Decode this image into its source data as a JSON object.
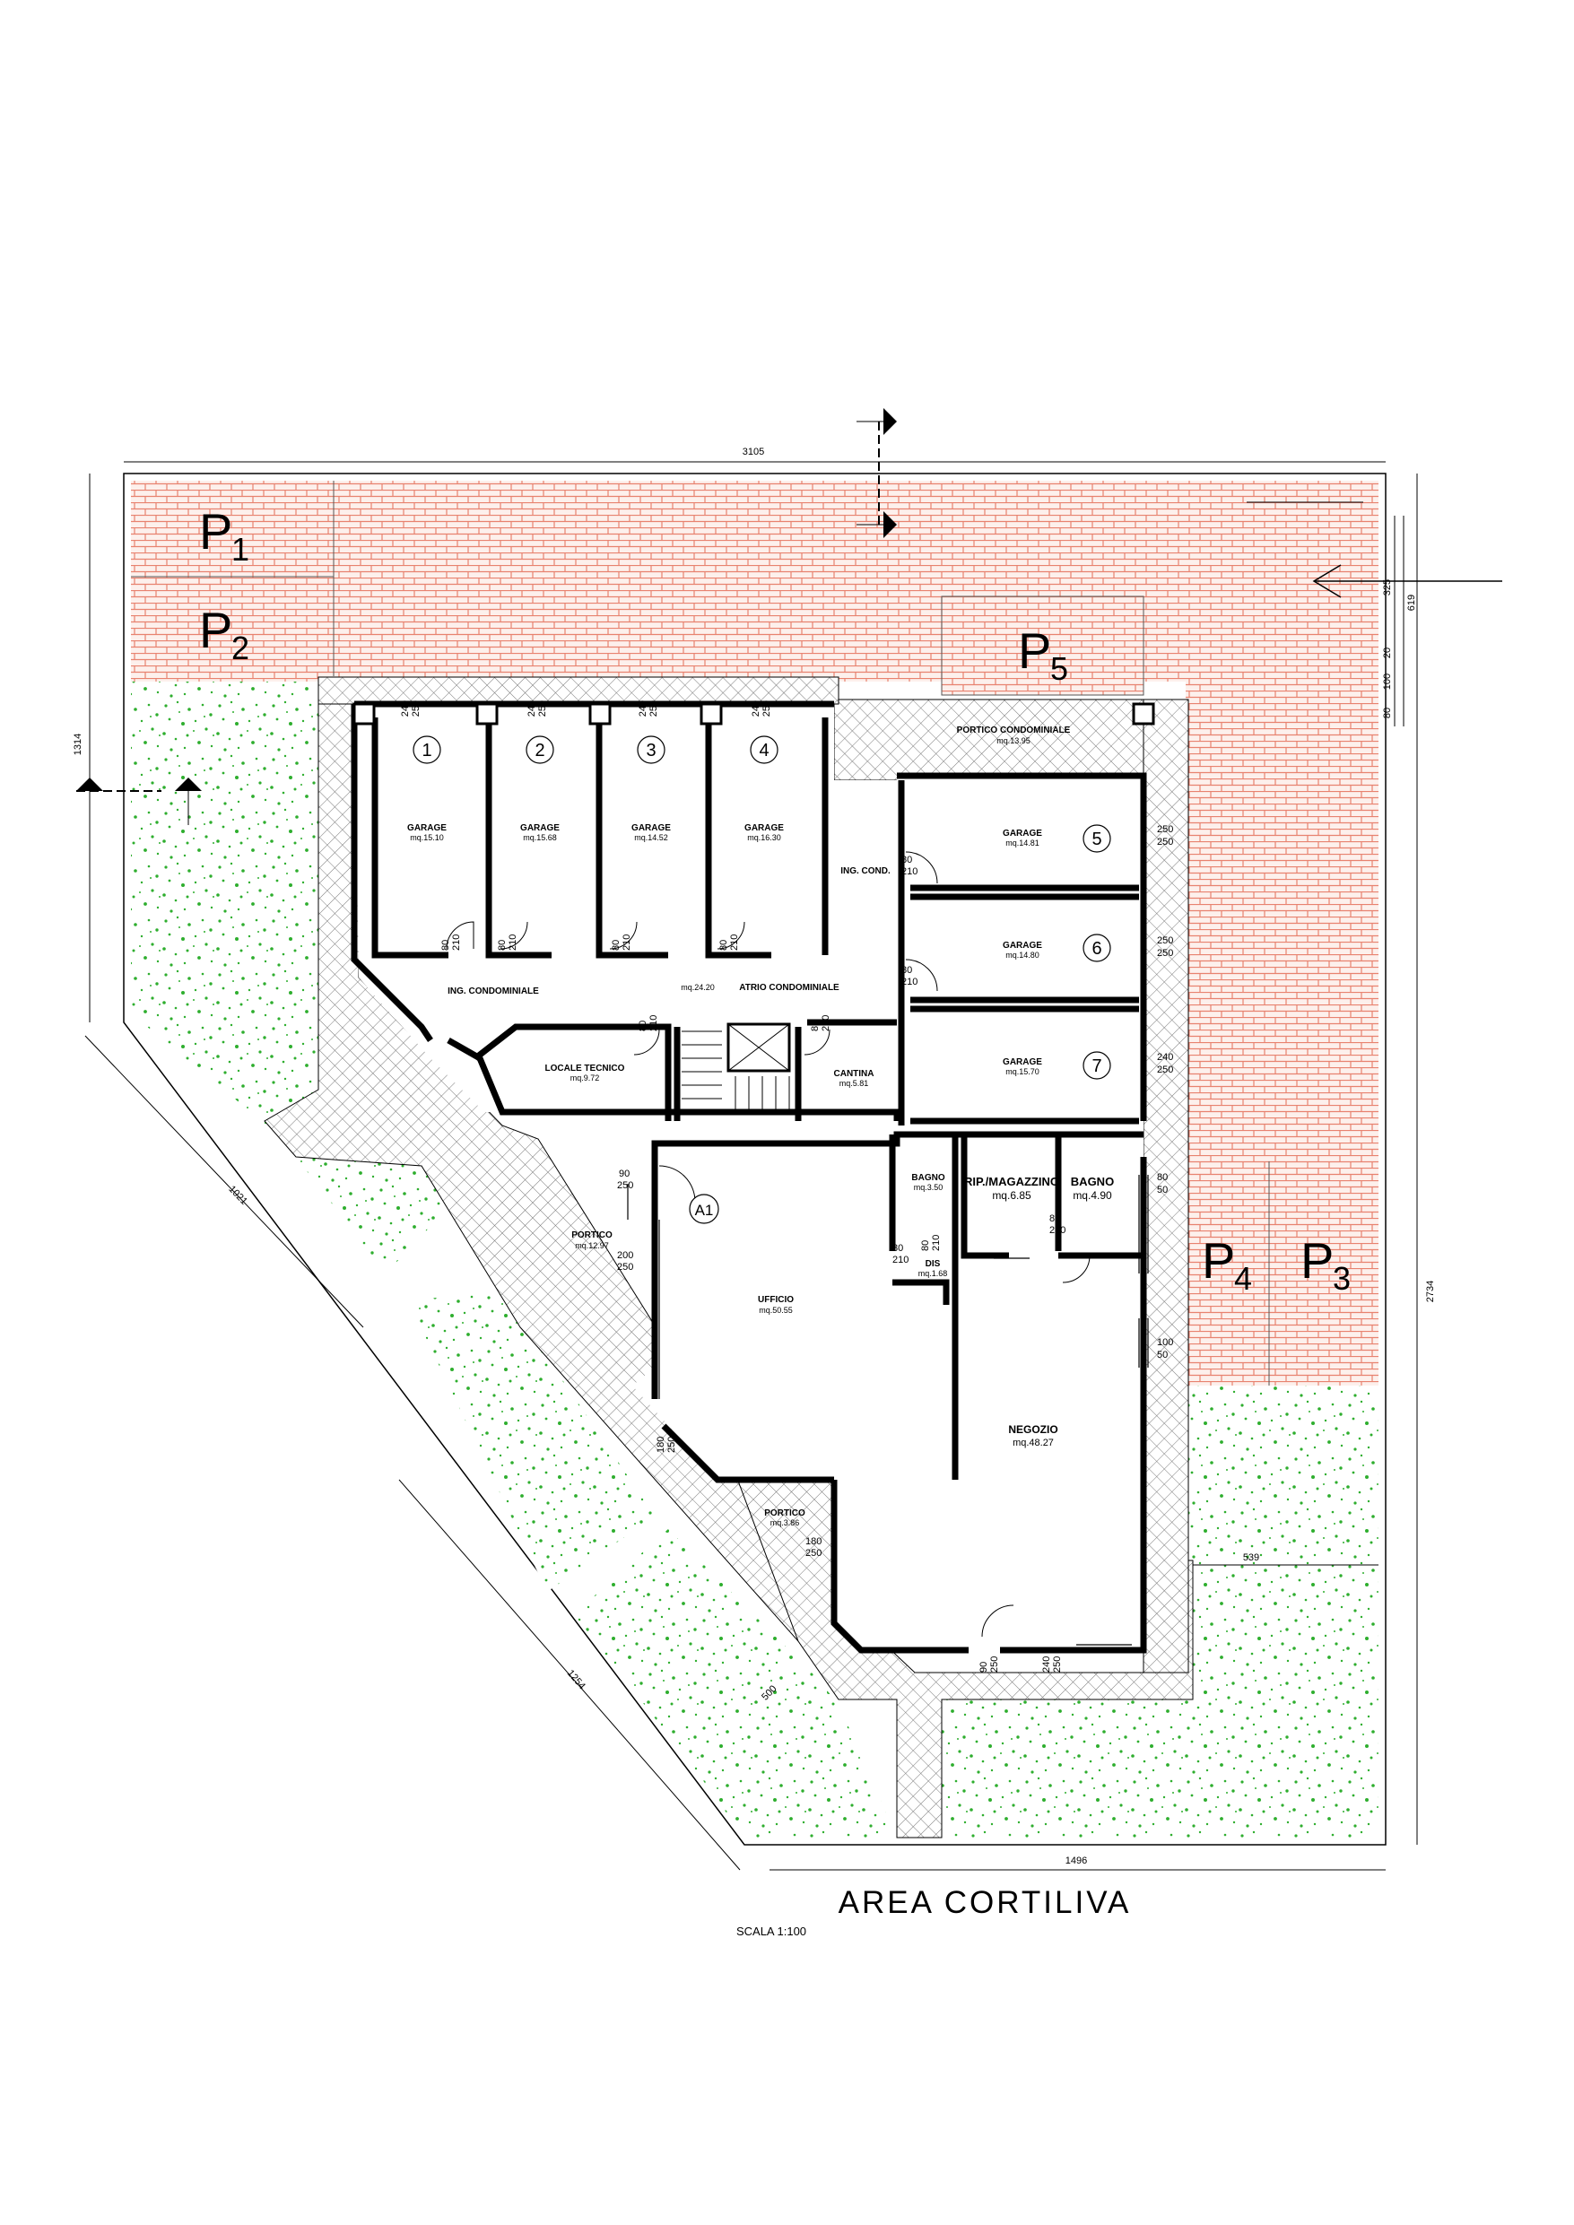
{
  "title": "AREA CORTILIVA",
  "scale": "SCALA  1:100",
  "dimensions": {
    "top": "3105",
    "left": "1314",
    "right_total": "2734",
    "right_a": "325",
    "right_b": "619",
    "right_c": "100",
    "right_d": "20",
    "right_e": "80",
    "diag_upper": "1021",
    "diag_lower": "1254",
    "bottom": "1496",
    "small_539": "539",
    "small_500": "500"
  },
  "parking": [
    {
      "letter": "P",
      "sub": "1"
    },
    {
      "letter": "P",
      "sub": "2"
    },
    {
      "letter": "P",
      "sub": "5"
    },
    {
      "letter": "P",
      "sub": "4"
    },
    {
      "letter": "P",
      "sub": "3"
    }
  ],
  "garages_left": [
    {
      "num": "1",
      "name": "GARAGE",
      "area": "mq.15.10",
      "dimA": "240",
      "dimB": "250"
    },
    {
      "num": "2",
      "name": "GARAGE",
      "area": "mq.15.68",
      "dimA": "240",
      "dimB": "250"
    },
    {
      "num": "3",
      "name": "GARAGE",
      "area": "mq.14.52",
      "dimA": "240",
      "dimB": "250"
    },
    {
      "num": "4",
      "name": "GARAGE",
      "area": "mq.16.30",
      "dimA": "240",
      "dimB": "250"
    }
  ],
  "garages_right": [
    {
      "num": "5",
      "name": "GARAGE",
      "area": "mq.14.81",
      "dimA": "250",
      "dimB": "250"
    },
    {
      "num": "6",
      "name": "GARAGE",
      "area": "mq.14.80",
      "dimA": "250",
      "dimB": "250"
    },
    {
      "num": "7",
      "name": "GARAGE",
      "area": "mq.15.70",
      "dimA": "240",
      "dimB": "250"
    }
  ],
  "rooms": {
    "portico_cond": {
      "name": "PORTICO  CONDOMINIALE",
      "area": "mq.13.95"
    },
    "ing_cond_top": {
      "name": "ING.  COND."
    },
    "ing_cond_left": {
      "name": "ING.  CONDOMINIALE"
    },
    "atrio": {
      "name": "ATRIO  CONDOMINIALE",
      "area": "mq.24.20"
    },
    "locale_tecnico": {
      "name": "LOCALE  TECNICO",
      "area": "mq.9.72"
    },
    "cantina": {
      "name": "CANTINA",
      "area": "mq.5.81"
    },
    "bagno1": {
      "name": "BAGNO",
      "area": "mq.3.50"
    },
    "ripostiglio": {
      "name": "RIP./MAGAZZINO",
      "area": "mq.6.85"
    },
    "bagno2": {
      "name": "BAGNO",
      "area": "mq.4.90"
    },
    "dis": {
      "name": "DIS",
      "area": "mq.1.68"
    },
    "portico_left": {
      "name": "PORTICO",
      "area": "mq.12.97"
    },
    "ufficio": {
      "name": "UFFICIO",
      "area": "mq.50.55"
    },
    "negozio": {
      "name": "NEGOZIO",
      "area": "mq.48.27"
    },
    "portico_bottom": {
      "name": "PORTICO",
      "area": "mq.3.86"
    },
    "unit_tag": {
      "name": "A1"
    }
  },
  "door_dims": {
    "d80": "80",
    "d210": "210",
    "d90": "90",
    "d250": "250",
    "d200": "200",
    "d180": "180",
    "d100": "100",
    "d50": "50",
    "d240": "240"
  },
  "colors": {
    "paving": "#e8826f",
    "paving_fill": "#fdf0ec",
    "grass": "#2eae2e",
    "portico": "#8a8a8a",
    "wall": "#000000"
  }
}
